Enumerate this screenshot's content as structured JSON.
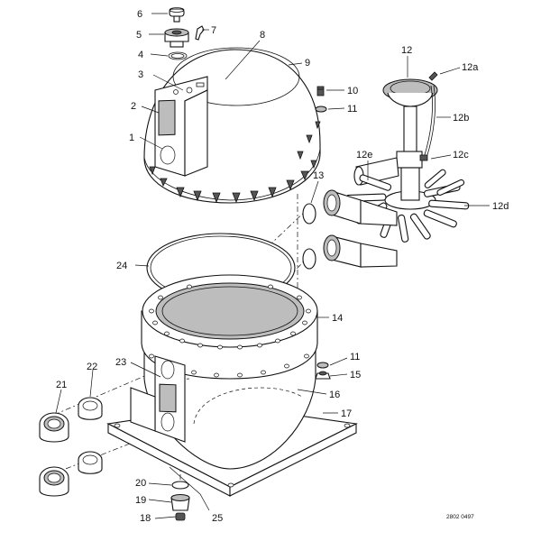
{
  "labels": {
    "l1": "1",
    "l2": "2",
    "l3": "3",
    "l4": "4",
    "l5": "5",
    "l6": "6",
    "l7": "7",
    "l8": "8",
    "l9": "9",
    "l10": "10",
    "l11a": "11",
    "l11b": "11",
    "l12": "12",
    "l12a": "12a",
    "l12b": "12b",
    "l12c": "12c",
    "l12d": "12d",
    "l12e": "12e",
    "l13": "13",
    "l14": "14",
    "l15": "15",
    "l16": "16",
    "l17": "17",
    "l18": "18",
    "l19": "19",
    "l20": "20",
    "l21": "21",
    "l22": "22",
    "l23": "23",
    "l24": "24",
    "l25": "25"
  },
  "figure_id": "2802 0497"
}
